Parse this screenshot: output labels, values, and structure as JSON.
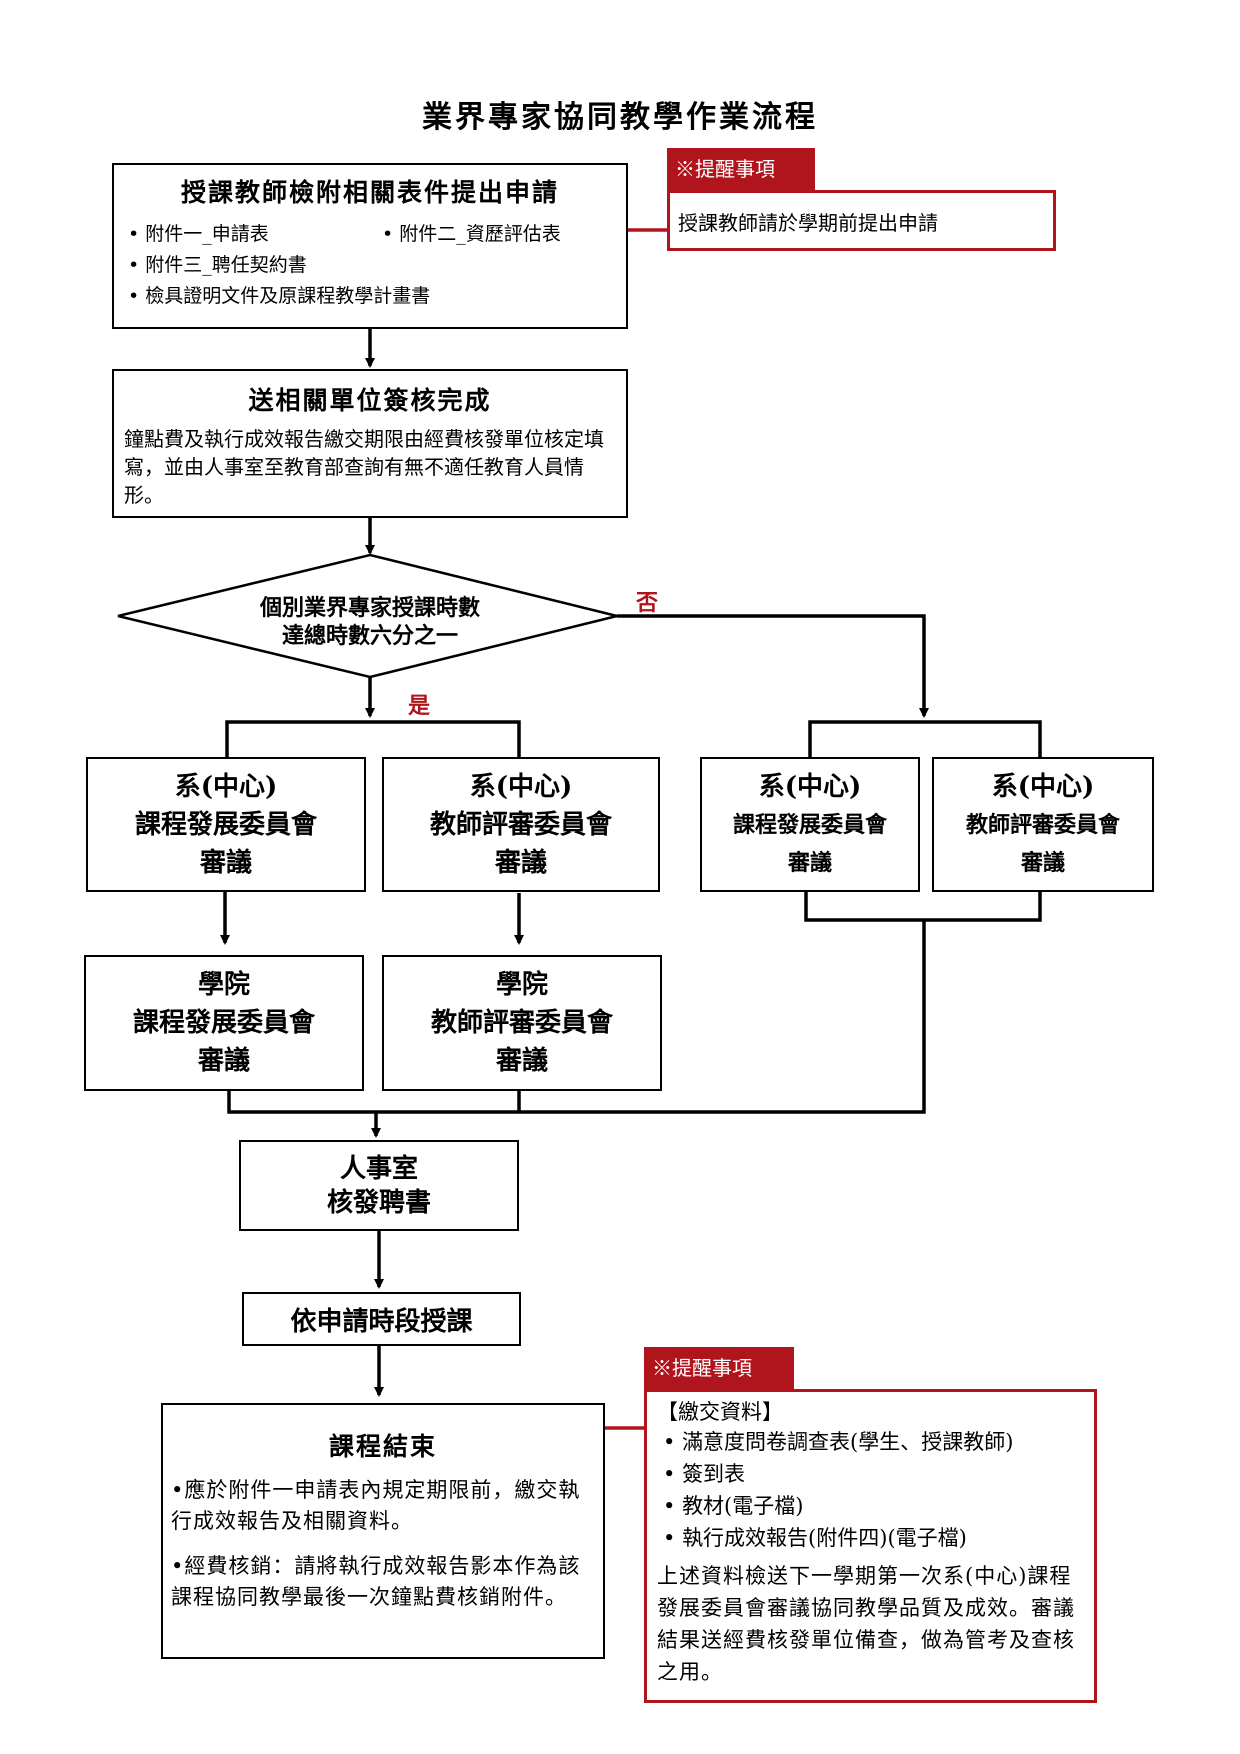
{
  "title": "業界專家協同教學作業流程",
  "step1": {
    "title": "授課教師檢附相關表件提出申請",
    "items": [
      "附件一_申請表",
      "附件二_資歷評估表",
      "附件三_聘任契約書",
      "檢具證明文件及原課程教學計畫書"
    ]
  },
  "reminder1": {
    "tag": "※提醒事項",
    "text": "授課教師請於學期前提出申請"
  },
  "step2": {
    "title": "送相關單位簽核完成",
    "text": "鐘點費及執行成效報告繳交期限由經費核發單位核定填寫，並由人事室至教育部查詢有無不適任教育人員情形。"
  },
  "decision": {
    "line1": "個別業界專家授課時數",
    "line2": "達總時數六分之一",
    "no": "否",
    "yes": "是"
  },
  "yes_branch": {
    "dept_curriculum": [
      "系(中心)",
      "課程發展委員會",
      "審議"
    ],
    "dept_teacher": [
      "系(中心)",
      "教師評審委員會",
      "審議"
    ],
    "college_curriculum": [
      "學院",
      "課程發展委員會",
      "審議"
    ],
    "college_teacher": [
      "學院",
      "教師評審委員會",
      "審議"
    ]
  },
  "no_branch": {
    "dept_curriculum": [
      "系(中心)",
      "課程發展委員會",
      "審議"
    ],
    "dept_teacher": [
      "系(中心)",
      "教師評審委員會",
      "審議"
    ]
  },
  "hr": [
    "人事室",
    "核發聘書"
  ],
  "teach": "依申請時段授課",
  "end": {
    "title": "課程結束",
    "p1": "•應於附件一申請表內規定期限前，繳交執行成效報告及相關資料。",
    "p2": "•經費核銷：請將執行成效報告影本作為該課程協同教學最後一次鐘點費核銷附件。"
  },
  "reminder2": {
    "tag": "※提醒事項",
    "heading": "【繳交資料】",
    "items": [
      "滿意度問卷調查表(學生、授課教師)",
      "簽到表",
      "教材(電子檔)",
      "執行成效報告(附件四)(電子檔)"
    ],
    "text": "上述資料檢送下一學期第一次系(中心)課程發展委員會審議協同教學品質及成效。審議結果送經費核發單位備查，做為管考及查核之用。"
  },
  "colors": {
    "accent_red": "#b0151d",
    "line": "#000000"
  }
}
